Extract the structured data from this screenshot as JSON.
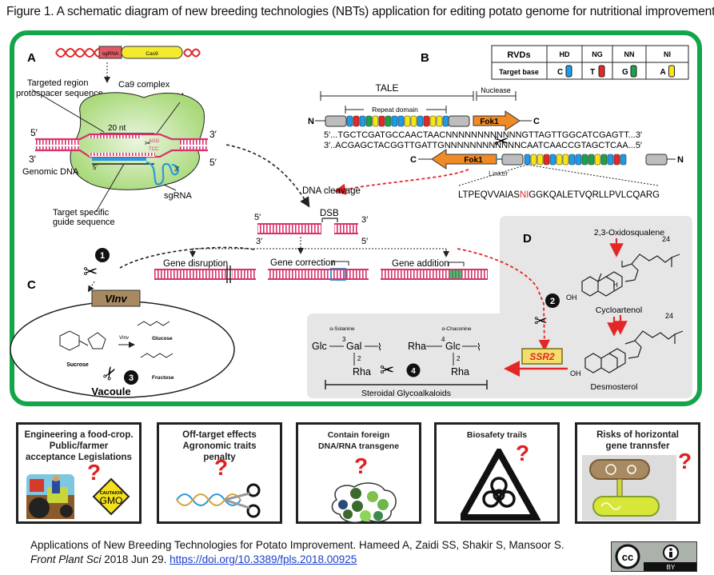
{
  "figure_title": "Figure 1. A schematic diagram of new breeding technologies (NBTs) application for editing potato genome for nutritional improvement",
  "panel_a": {
    "label": "A",
    "construct": [
      "sgRNA",
      "Cas9"
    ],
    "complex_label": "Ca9 complex",
    "targeted_region_label_1": "Targeted region",
    "targeted_region_label_2": "protospacer sequence",
    "pam_label": "PAM",
    "nt_label": "20 nt",
    "genomic_dna_label": "Genomic DNA",
    "target_guide_label_1": "Target specific",
    "target_guide_label_2": "guide sequence",
    "sgrna_label": "sgRNA",
    "five_prime": "5′",
    "three_prime": "3′",
    "pam_seq_top": "AGG",
    "pam_seq_bottom": "TCC"
  },
  "panel_b": {
    "label": "B",
    "rvd_table": {
      "header_row_label": "RVDs",
      "target_row_label": "Target base",
      "columns": [
        {
          "rvd": "HD",
          "base": "C",
          "color": "#1e9be8"
        },
        {
          "rvd": "NG",
          "base": "T",
          "color": "#e52727"
        },
        {
          "rvd": "NN",
          "base": "G",
          "color": "#1fa04a"
        },
        {
          "rvd": "NI",
          "base": "A",
          "color": "#f5e614"
        }
      ]
    },
    "tale_label": "TALE",
    "nuclease_label": "Nuclease",
    "repeat_domain_label": "Repeat domain",
    "fok1_label": "Fok1",
    "n_label": "N",
    "c_label": "C",
    "seq_top": "5′...TGCTCGATGCCAACTAACNNNNNNNNNNNNGTTAGTTGGCATCGAGTT...3′",
    "seq_bottom": "3′..ACGAGCTACGGTTGATTGNNNNNNNNNNNNCAATCAACCGTAGCTCAA...5′",
    "linker_label": "Linker",
    "repeat_seq_prefix": "LTPEQVVAIAS",
    "repeat_seq_highlight": "NI",
    "repeat_seq_suffix": "GGKQALETVQRLLPVLCQARG",
    "top_repeat_colors": [
      "C",
      "T",
      "C",
      "G",
      "A",
      "T",
      "G",
      "C",
      "C",
      "A",
      "A",
      "C",
      "T",
      "A",
      "A",
      "C"
    ],
    "bottom_repeat_colors": [
      "C",
      "A",
      "A",
      "T",
      "C",
      "A",
      "A",
      "C",
      "C",
      "G",
      "G",
      "A",
      "G",
      "C",
      "T",
      "C"
    ]
  },
  "cleavage": {
    "dna_cleavage_label": "DNA cleavage",
    "dsb_label": "DSB",
    "outcomes": [
      "Gene disruption",
      "Gene correction",
      "Gene addition"
    ]
  },
  "panel_c": {
    "label": "C",
    "gene_label": "VInv",
    "step_number": "1",
    "step_number_2": "3",
    "sucrose_label": "Sucrose",
    "glucose_label": "Glucose",
    "fructose_label": "Fructose",
    "enzyme_label": "VInv",
    "vacuole_label": "Vacoule"
  },
  "panel_d": {
    "label": "D",
    "substrate_label": "2,3-Oxidosqualene",
    "intermediate_label": "Cycloartenol",
    "product_label": "Desmosterol",
    "carbon_label": "24",
    "step_number": "2",
    "gene_label": "SSR2",
    "hydroxyl": "OH",
    "hydrogen": "H"
  },
  "glycoalkaloids": {
    "step_number": "4",
    "solanine_label": "α-Solanine",
    "chaconine_label": "α-Chaconine",
    "solanine_units": {
      "left": "Glc",
      "center": "Gal",
      "down": "Rha",
      "pos_top": "3",
      "pos_down": "2"
    },
    "chaconine_units": {
      "left": "Rha",
      "center": "Glc",
      "down": "Rha",
      "pos_top": "4",
      "pos_down": "2"
    },
    "group_label": "Steroidal Glycoalkaloids"
  },
  "concerns": [
    {
      "title": "Engineering a food-crop. Public/farmer acceptance Legislations",
      "sign_top": "CAUTAION",
      "sign_bottom": "GMO",
      "mark": "?"
    },
    {
      "title": "Off-target effects Agronomic traits penalty",
      "mark": "?"
    },
    {
      "title": "Contain foreign DNA/RNA transgene",
      "mark": "?"
    },
    {
      "title": "Biosafety trails",
      "mark": "?"
    },
    {
      "title": "Risks of horizontal gene trannsfer",
      "mark": "?"
    }
  ],
  "citation": {
    "line1": "Applications of New Breeding Technologies for Potato Improvement. Hameed A, Zaidi SS, Shakir S, Mansoor S.",
    "journal": "Front Plant Sci",
    "date": " 2018 Jun 29. ",
    "doi_link": "https://doi.org/10.3389/fpls.2018.00925"
  },
  "license": {
    "cc": "cc",
    "by": "BY"
  },
  "colors": {
    "frame_green": "#14a44a",
    "dna_pink": "#d6336c",
    "arrow_red": "#e32626",
    "fok1_orange": "#f08a24",
    "cas_green": "#a9d97a",
    "panel_gray": "#e6e6e6",
    "vinv_brown": "#a88a62",
    "ssr2_yellow": "#f2df6a"
  }
}
